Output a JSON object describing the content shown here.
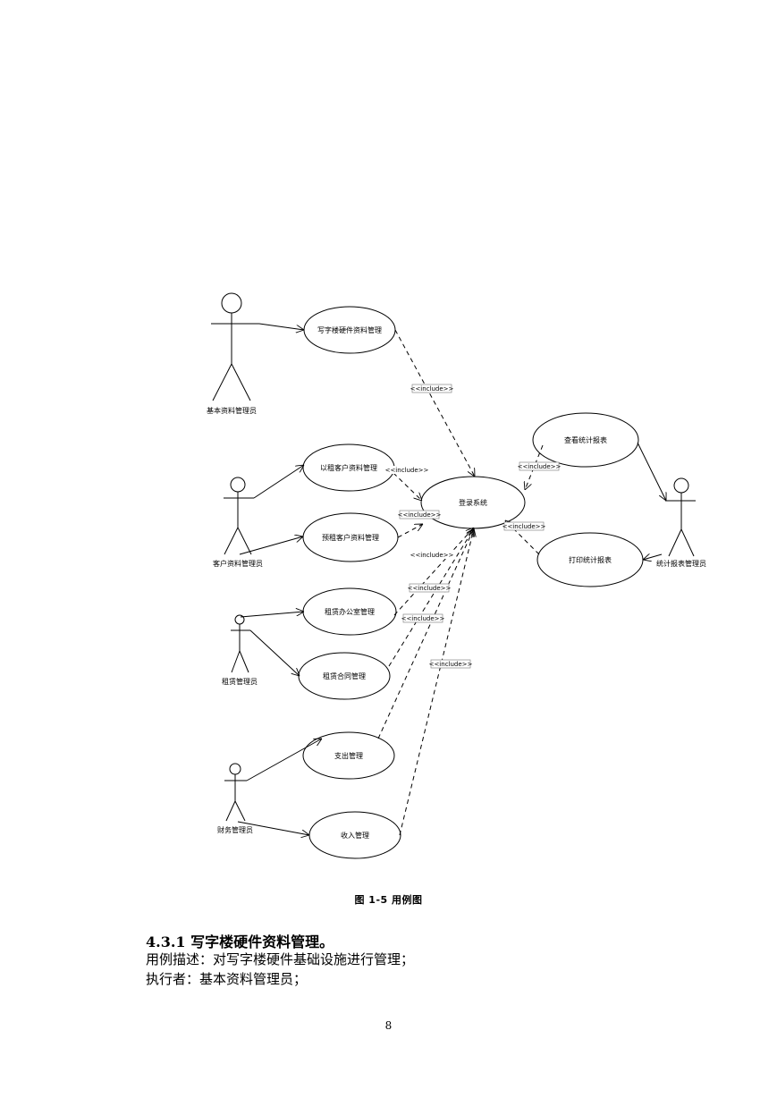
{
  "diagram": {
    "actors": {
      "basic_admin": "基本资料管理员",
      "customer_admin": "客户资料管理员",
      "lease_admin": "租赁管理员",
      "finance_admin": "财务管理员",
      "report_admin": "统计报表管理员"
    },
    "use_cases": {
      "building_hardware": "写字楼硬件资料管理",
      "rented_customer": "以租客户资料管理",
      "prerent_customer": "预租客户资料管理",
      "lease_office": "租赁办公室管理",
      "lease_contract": "租赁合同管理",
      "expense": "支出管理",
      "income": "收入管理",
      "login": "登录系统",
      "view_report": "查看统计报表",
      "print_report": "打印统计报表"
    },
    "include_label": "<<include>>"
  },
  "caption": "图 1-5 用例图",
  "section": {
    "heading": "4.3.1 写字楼硬件资料管理。",
    "description": "用例描述：对写字楼硬件基础设施进行管理；",
    "actor_line": "执行者：基本资料管理员；"
  },
  "page_number": "8"
}
